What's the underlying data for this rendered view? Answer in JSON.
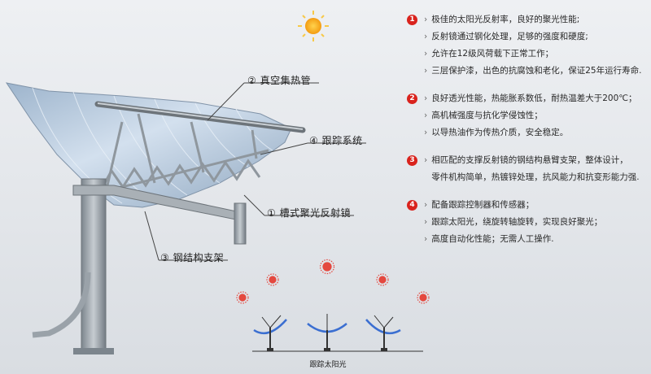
{
  "callouts": {
    "tube": "② 真空集热管",
    "tracking": "④ 跟踪系统",
    "mirror": "① 槽式聚光反射镜",
    "support": "③ 钢结构支架"
  },
  "features": [
    {
      "number": "1",
      "lines": [
        "极佳的太阳光反射率，良好的聚光性能;",
        "反射镜通过钢化处理，足够的强度和硬度;",
        "允许在12级风荷载下正常工作；",
        "三层保护漆，出色的抗腐蚀和老化，保证25年运行寿命."
      ]
    },
    {
      "number": "2",
      "lines": [
        "良好透光性能，热能胀系数低，耐热温差大于200℃；",
        "高机械强度与抗化学侵蚀性；",
        "以导热油作为传热介质，安全稳定。"
      ]
    },
    {
      "number": "3",
      "lines": [
        "相匹配的支撑反射镜的钢结构悬臂支架，整体设计，",
        "零件机构简单，热镀锌处理，抗风能力和抗变形能力强."
      ]
    },
    {
      "number": "4",
      "lines": [
        "配备跟踪控制器和传感器；",
        "跟踪太阳光，绕旋转轴旋转，实现良好聚光；",
        "高度自动化性能；无需人工操作."
      ]
    }
  ],
  "tracking_caption": "跟踪太阳光",
  "colors": {
    "sun": "#f6b21b",
    "sun_ray": "#f7c948",
    "accent_red": "#d9231d",
    "steel": "#8f979e",
    "mirror": "#b9cde2"
  }
}
